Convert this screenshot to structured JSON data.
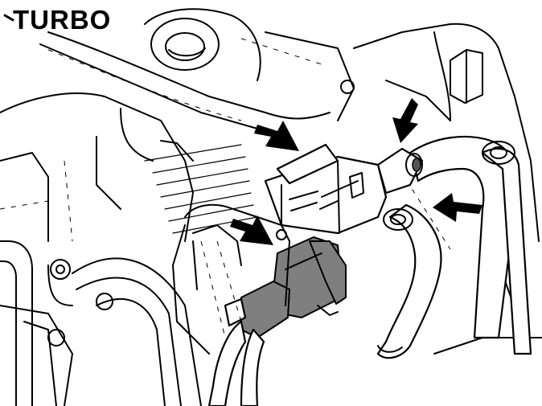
{
  "header": {
    "title": "TURBO"
  },
  "colors": {
    "line": "#000000",
    "background": "#ffffff",
    "connector": "#7f7f7f"
  },
  "callouts": {
    "count": 4,
    "arrow_targets": [
      "valve-top",
      "hose-fitting-upper",
      "hose-fitting-right",
      "electrical-connector"
    ]
  }
}
